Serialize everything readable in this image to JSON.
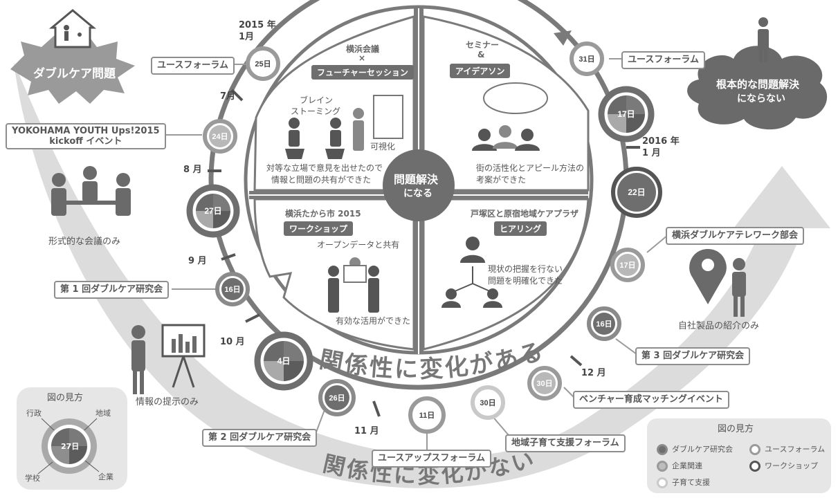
{
  "center": {
    "line1": "問題解決",
    "line2": "になる"
  },
  "top_left_warning": "ダブルケア問題",
  "right_cloud": {
    "line1": "根本的な問題解決",
    "line2": "にならない"
  },
  "arc_texts": {
    "inner": "関係性に変化がある",
    "outer": "関係性に変化がない"
  },
  "quadrants": {
    "tl": {
      "title1": "横浜会議",
      "title2": "×",
      "pill": "フューチャーセッション",
      "sub1": "ブレイン",
      "sub2": "ストーミング",
      "tag": "可視化",
      "caption1": "対等な立場で意見を出せたので",
      "caption2": "情報と問題の共有ができた"
    },
    "tr": {
      "title1": "セミナー",
      "title2": "&",
      "pill": "アイデアソン",
      "caption1": "街の活性化とアピール方法の",
      "caption2": "考案ができた"
    },
    "bl": {
      "title1": "横浜たから市 2015",
      "pill": "ワークショップ",
      "sub": "オープンデータと共有",
      "caption": "有効な活用ができた"
    },
    "br": {
      "title1": "戸塚区と原宿地域ケアプラザ",
      "pill": "ヒアリング",
      "caption1": "現状の把握を行ない",
      "caption2": "問題を明確化できた"
    }
  },
  "year_labels": {
    "y2015": "2015 年",
    "y2015m": "1月",
    "y2016": "2016 年",
    "y2016m": "1 月"
  },
  "months": {
    "m7": "7月",
    "m8": "8 月",
    "m9": "9 月",
    "m10": "10 月",
    "m11": "11 月",
    "m12": "12 月"
  },
  "nodes": [
    {
      "day": "25日",
      "type": "youth"
    },
    {
      "day": "24日",
      "type": "corp"
    },
    {
      "day": "27日",
      "type": "full"
    },
    {
      "day": "16日",
      "type": "dc"
    },
    {
      "day": "4日",
      "type": "full"
    },
    {
      "day": "26日",
      "type": "dc"
    },
    {
      "day": "11日",
      "type": "youth"
    },
    {
      "day": "30日",
      "type": "child"
    },
    {
      "day": "30日",
      "type": "corp"
    },
    {
      "day": "16日",
      "type": "dc"
    },
    {
      "day": "17日",
      "type": "corp"
    },
    {
      "day": "22日",
      "type": "ws"
    },
    {
      "day": "17日",
      "type": "full"
    },
    {
      "day": "31日",
      "type": "youth"
    }
  ],
  "event_labels": {
    "youth_forum_1": "ユースフォーラム",
    "kickoff1": "YOKOHAMA YOUTH Ups!2015",
    "kickoff2": "kickoff イベント",
    "dc1": "第 1 回ダブルケア研究会",
    "dc2": "第 2 回ダブルケア研究会",
    "youth_up": "ユースアップスフォーラム",
    "child_forum": "地域子育て支援フォーラム",
    "venture": "ベンチャー育成マッチングイベント",
    "dc3": "第 3 回ダブルケア研究会",
    "telework": "横浜ダブルケアテレワーク部会",
    "youth_forum_2": "ユースフォーラム"
  },
  "outer_captions": {
    "meeting": "形式的な会議のみ",
    "present": "情報の提示のみ",
    "product": "自社製品の紹介のみ"
  },
  "legend_left": {
    "title": "図の見方",
    "center": "27日",
    "tl": "行政",
    "tr": "地域",
    "bl": "学校",
    "br": "企業"
  },
  "legend_right": {
    "title": "図の見方",
    "items": [
      "ダブルケア研究会",
      "ユースフォーラム",
      "企業関連",
      "ワークショップ",
      "子育て支援"
    ]
  }
}
